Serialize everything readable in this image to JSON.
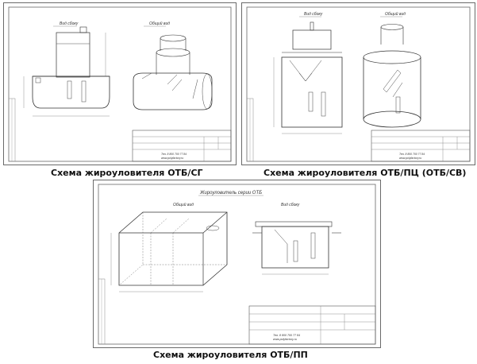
{
  "drawings": [
    {
      "caption": "Схема жироуловителя ОТБ/СГ",
      "view_side": "Вид сбоку",
      "view_general": "Общий вид",
      "contact": "Тел. 8 800 700 77 84",
      "site": "www.polyfactory.ru"
    },
    {
      "caption": "Схема жироуловителя ОТБ/ПЦ (ОТБ/СВ)",
      "view_side": "Вид сбоку",
      "view_general": "Общий вид",
      "contact": "Тел. 8 800 700 77 84",
      "site": "www.polyfactory.ru"
    },
    {
      "caption": "Схема жироуловителя ОТБ/ПП",
      "title": "Жироуловитель серии ОТБ",
      "view_side": "Вид сбоку",
      "view_general": "Общий вид",
      "contact": "Тел. 8 800 700 77 84",
      "site": "www.polyfactory.ru"
    }
  ]
}
